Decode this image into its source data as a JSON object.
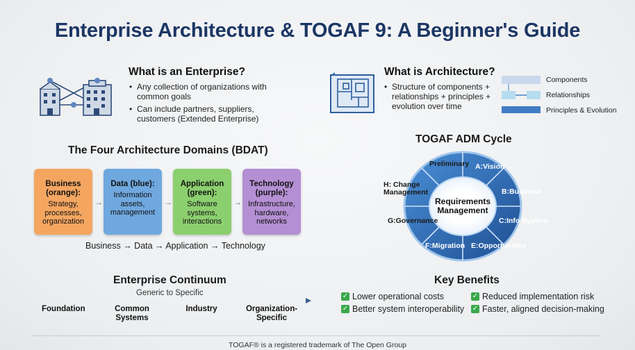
{
  "title": "Enterprise Architecture & TOGAF 9: A Beginner's Guide",
  "enterprise": {
    "heading": "What is an Enterprise?",
    "bullet1": "Any collection of organizations with common goals",
    "bullet2": "Can include partners, suppliers, customers (Extended Enterprise)"
  },
  "architecture": {
    "heading": "What is Architecture?",
    "bullet1": "Structure of components + relationships + principles + evolution over time",
    "legend": [
      "Components",
      "Relationships",
      "Principles & Evolution"
    ]
  },
  "domains": {
    "heading": "The Four Architecture Domains (BDAT)",
    "items": [
      {
        "title": "Business (orange):",
        "desc": "Strategy, processes, organization",
        "color": "#f4a661"
      },
      {
        "title": "Data (blue):",
        "desc": "Information assets, management",
        "color": "#6fa8df"
      },
      {
        "title": "Application (green):",
        "desc": "Software systems, interactions",
        "color": "#8ccf6f"
      },
      {
        "title": "Technology (purple):",
        "desc": "Infrastructure, hardware, networks",
        "color": "#b48fd3"
      }
    ],
    "flow": "Business → Data → Application → Technology"
  },
  "adm": {
    "heading": "TOGAF ADM Cycle",
    "center": "Requirements Management",
    "phases": [
      "Preliminary",
      "A:Vision",
      "B:Business",
      "C:Info Systems",
      "E:Opportunities",
      "F:Migration",
      "G:Governance",
      "H: Change Management"
    ]
  },
  "continuum": {
    "heading": "Enterprise Continuum",
    "axis_label": "Generic to Specific",
    "stages": [
      "Foundation",
      "Common Systems",
      "Industry",
      "Organization-Specific"
    ]
  },
  "benefits": {
    "heading": "Key Benefits",
    "items": [
      "Lower operational costs",
      "Reduced implementation risk",
      "Better system interoperability",
      "Faster,  aligned decision-making"
    ]
  },
  "footer": "TOGAF® is a registered trademark of The Open Group",
  "icons": [
    "network-buildings-icon",
    "blueprint-icon",
    "layer-legend-icon",
    "check-icon"
  ],
  "colors": {
    "title": "#1c3664",
    "adm_ring": "#2f6fb3",
    "check": "#3aa84a"
  }
}
